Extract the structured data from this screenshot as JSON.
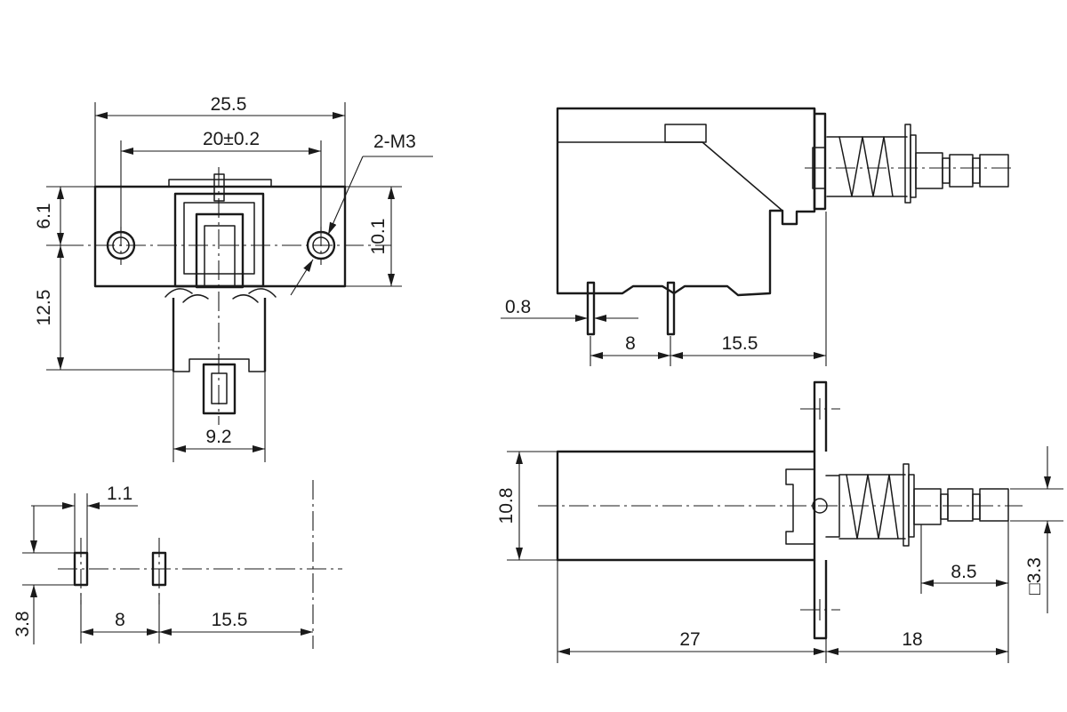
{
  "dimensions": {
    "front_overall_width": "25.5",
    "front_hole_spacing": "20±0.2",
    "front_hole_label": "2-M3",
    "front_top_to_hole": "6.1",
    "front_hole_to_bottom": "12.5",
    "front_flange_height": "10.1",
    "front_stem_width": "9.2",
    "side_pin_thickness": "0.8",
    "side_pin_pitch": "8",
    "side_pin_to_front": "15.5",
    "bottom_body_height": "10.8",
    "bottom_body_length": "27",
    "bottom_shaft_length": "18",
    "bottom_shaft_tip": "8.5",
    "bottom_shaft_square": "□3.3",
    "pin_width": "1.1",
    "pin_length": "3.8",
    "pin_pitch": "8",
    "pin_to_ref": "15.5"
  }
}
